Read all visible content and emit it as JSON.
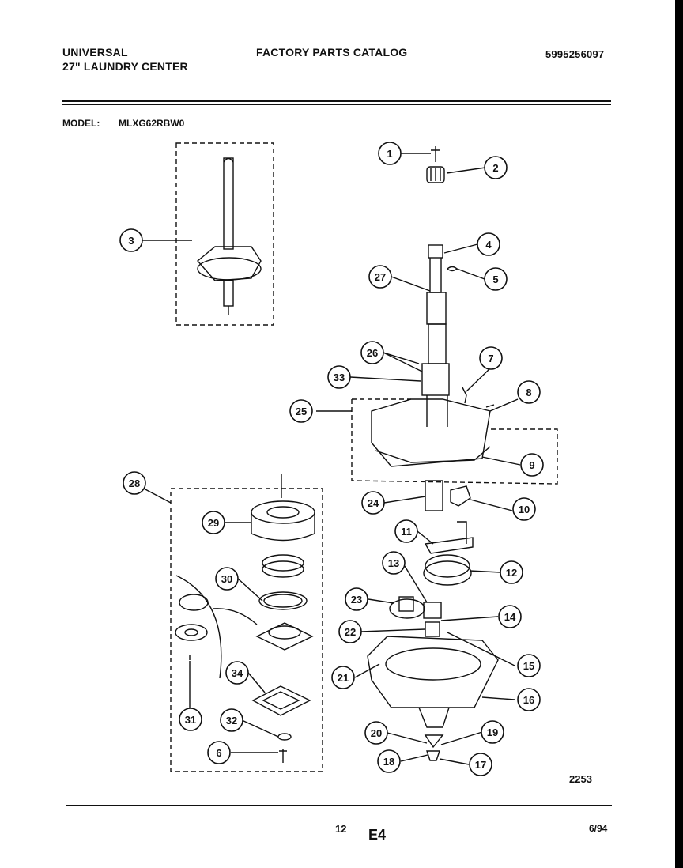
{
  "header": {
    "line1": "UNIVERSAL",
    "line2": "27\" LAUNDRY CENTER",
    "catalog_title": "FACTORY PARTS CATALOG",
    "part_number": "5995256097"
  },
  "model": {
    "label": "MODEL:",
    "value": "MLXG62RBW0"
  },
  "diagram": {
    "figure_number": "2253",
    "callouts": [
      "1",
      "2",
      "3",
      "4",
      "5",
      "27",
      "26",
      "7",
      "33",
      "8",
      "25",
      "9",
      "28",
      "24",
      "10",
      "29",
      "11",
      "12",
      "13",
      "30",
      "23",
      "14",
      "22",
      "15",
      "21",
      "16",
      "31",
      "34",
      "32",
      "6",
      "20",
      "19",
      "18",
      "17"
    ]
  },
  "footer": {
    "page": "12",
    "section": "E4",
    "date": "6/94"
  }
}
